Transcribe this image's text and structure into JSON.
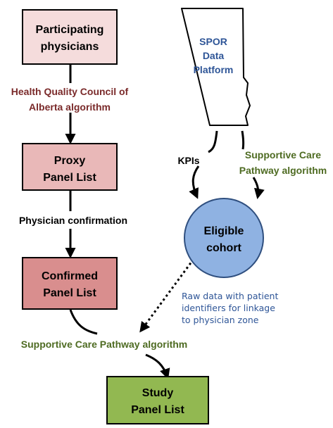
{
  "nodes": {
    "participating": {
      "line1": "Participating",
      "line2": "physicians"
    },
    "proxy": {
      "line1": "Proxy",
      "line2": "Panel List"
    },
    "confirmed": {
      "line1": "Confirmed",
      "line2": "Panel List"
    },
    "study": {
      "line1": "Study",
      "line2": "Panel List"
    },
    "spor": {
      "line1": "SPOR",
      "line2": "Data",
      "line3": "Platform"
    },
    "eligible": {
      "line1": "Eligible",
      "line2": "cohort"
    }
  },
  "edges": {
    "hqca": {
      "line1": "Health Quality Council of",
      "line2": "Alberta algorithm"
    },
    "physician_confirmation": "Physician confirmation",
    "kpis": "KPIs",
    "scp_right": {
      "line1": "Supportive Care",
      "line2": "Pathway algorithm"
    },
    "raw_data": {
      "line1": "Raw data with patient",
      "line2": "identifiers for linkage",
      "line3": "to physician zone"
    },
    "scp_bottom": "Supportive Care Pathway algorithm"
  },
  "colors": {
    "participating_fill": "#f5dcdc",
    "proxy_fill": "#e9b8b8",
    "confirmed_fill": "#d98e8e",
    "study_fill": "#92b851",
    "eligible_fill": "#8fb2e2",
    "spor_text": "#2e5597",
    "hqca_text": "#7a2a2a",
    "green_text": "#4e6b22",
    "raw_data_text": "#2e5597"
  }
}
